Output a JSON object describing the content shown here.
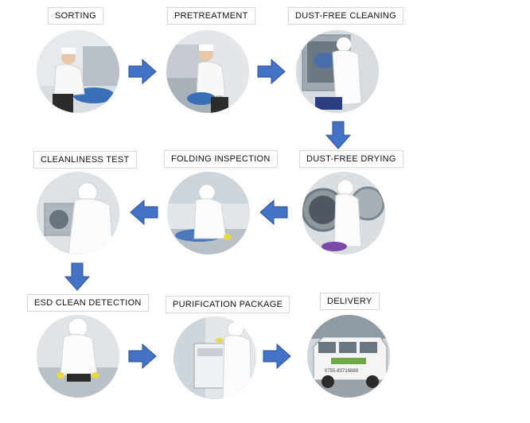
{
  "steps": [
    {
      "label": "SORTING"
    },
    {
      "label": "PRETREATMENT"
    },
    {
      "label": "DUST-FREE CLEANING"
    },
    {
      "label": "DUST-FREE DRYING"
    },
    {
      "label": "FOLDING INSPECTION"
    },
    {
      "label": "CLEANLINESS TEST"
    },
    {
      "label": "ESD CLEAN DETECTION"
    },
    {
      "label": "PURIFICATION PACKAGE"
    },
    {
      "label": "DELIVERY"
    }
  ],
  "van": {
    "phone": "0755-83716888"
  },
  "colors": {
    "arrow": "#4472c4",
    "arrow_edge": "#2f528f"
  }
}
